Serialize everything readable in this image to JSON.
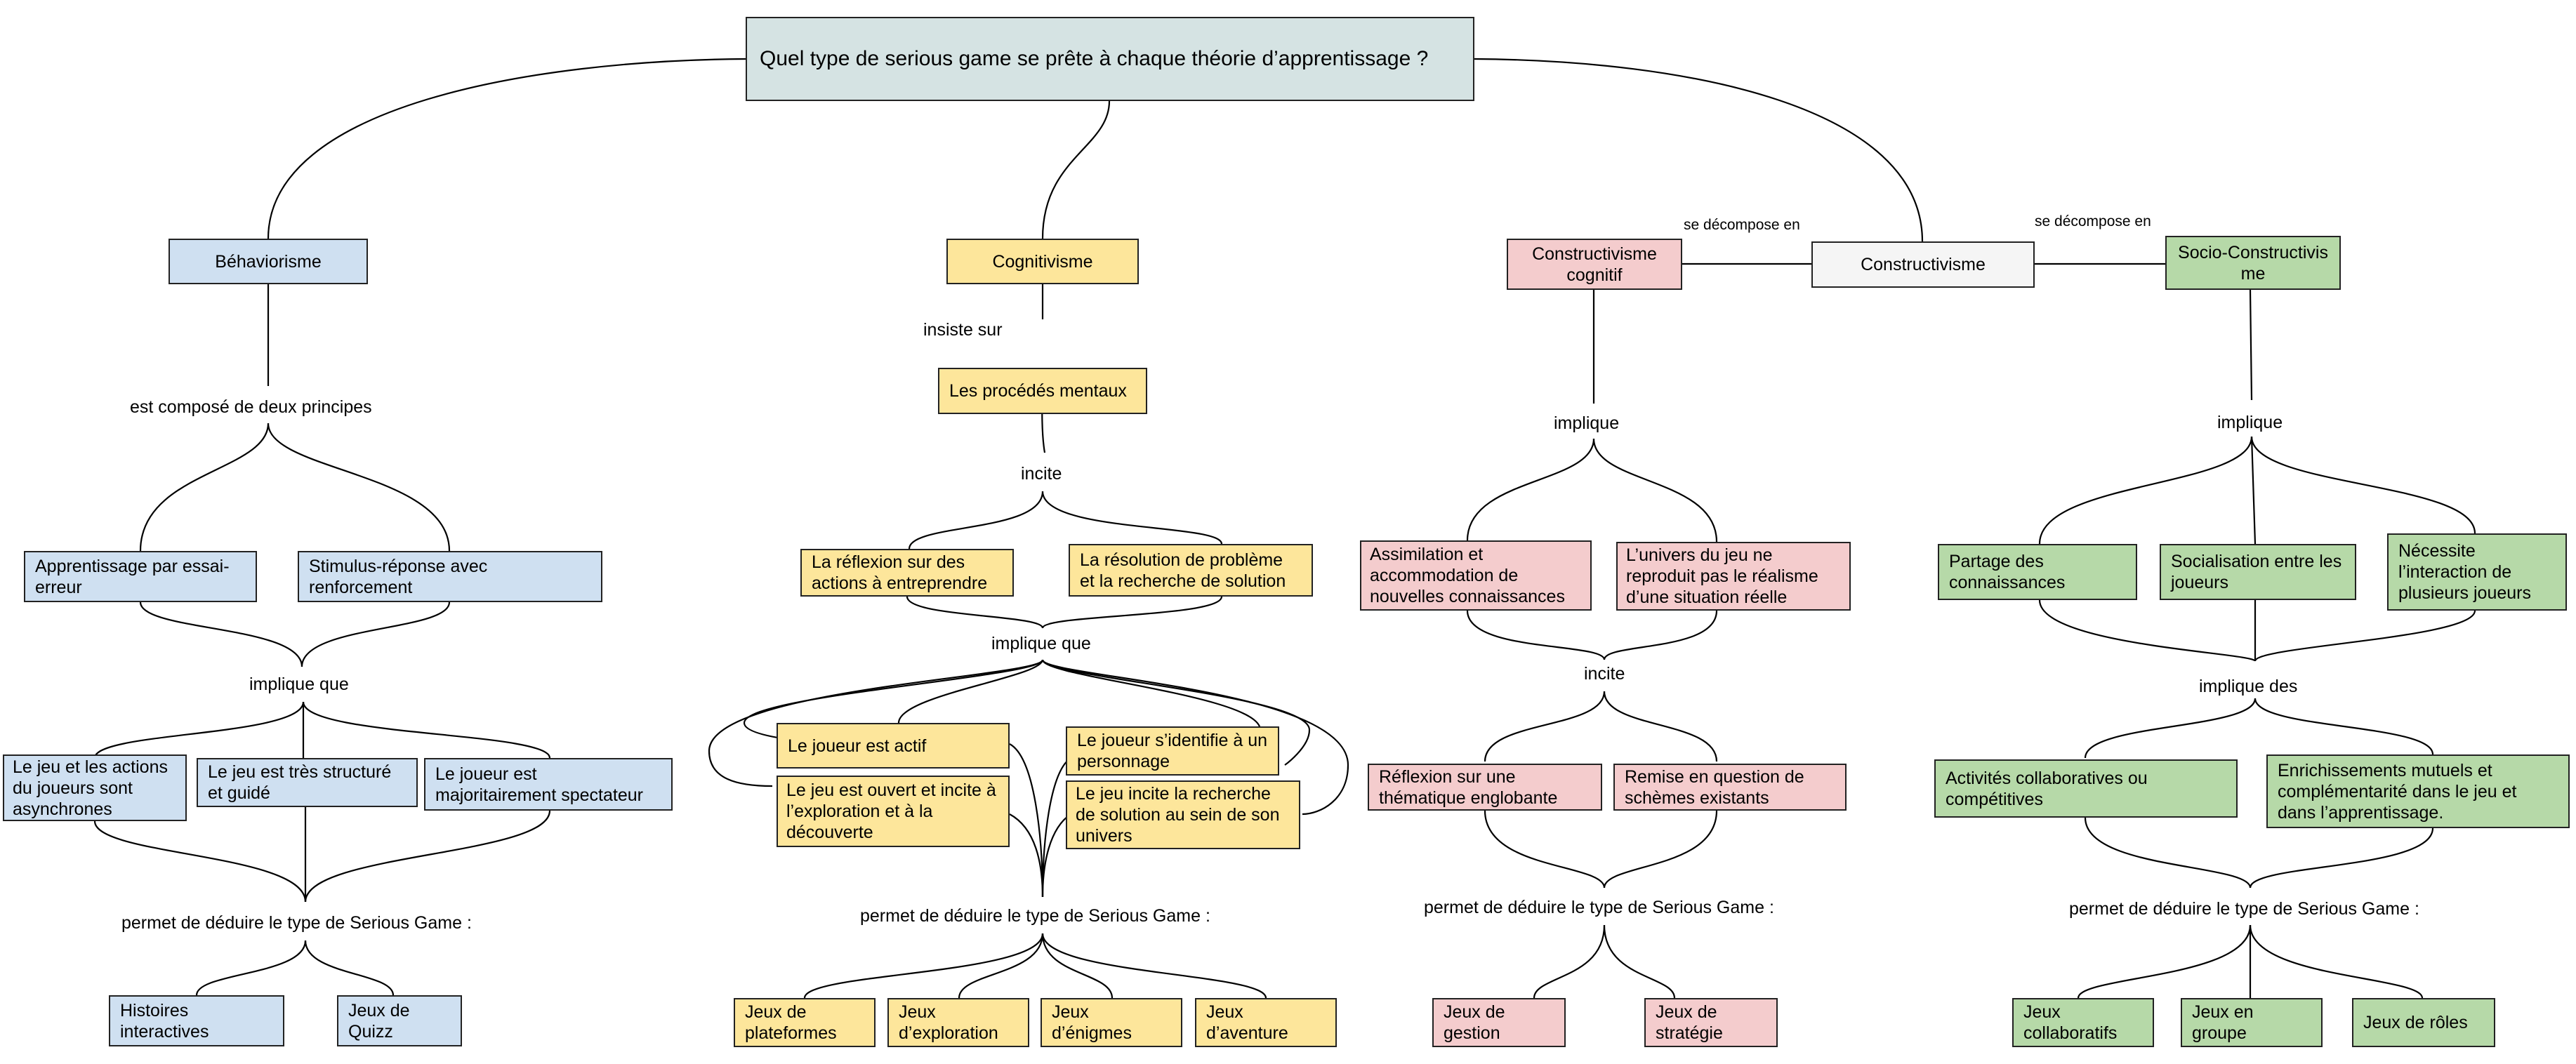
{
  "title": "Quel type de serious game se prête à chaque théorie d’apprentissage ?",
  "colors": {
    "title": "#d5e3e3",
    "behaviorisme": "#cfe0f1",
    "cognitivisme": "#fde69b",
    "constructivisme_cognitif": "#f4cccd",
    "socio_constructivisme": "#b6d9a8",
    "constructivisme": "#f5f5f5"
  },
  "behaviorisme": {
    "name": "Béhaviorisme",
    "link1": "est composé de deux principes",
    "principles": [
      "Apprentissage par essai-erreur",
      "Stimulus-réponse avec renforcement"
    ],
    "link2": "implique que",
    "implications": [
      "Le jeu et les actions du joueurs sont asynchrones",
      "Le jeu est très structuré et guidé",
      "Le joueur est majoritairement spectateur"
    ],
    "link3": "permet de déduire le type de Serious Game :",
    "games": [
      "Histoires interactives",
      "Jeux de Quizz"
    ]
  },
  "cognitivisme": {
    "name": "Cognitivisme",
    "link1": "insiste sur",
    "focus": "Les procédés mentaux",
    "link2": "incite",
    "incites": [
      "La réflexion sur des actions à entreprendre",
      "La résolution de problème et la recherche de solution"
    ],
    "link3": "implique que",
    "implications": [
      "Le joueur est actif",
      "Le joueur s’identifie à un personnage",
      "Le jeu est ouvert et incite à l’exploration et à la découverte",
      "Le jeu incite la recherche de solution au sein de son univers"
    ],
    "link4": "permet de déduire le type de Serious Game :",
    "games": [
      "Jeux de plateformes",
      "Jeux d’exploration",
      "Jeux d’énigmes",
      "Jeux d’aventure"
    ]
  },
  "constructivisme": {
    "name": "Constructivisme",
    "link_left": "se décompose en",
    "link_right": "se décompose en"
  },
  "constructivisme_cognitif": {
    "name": "Constructivisme cognitif",
    "link1": "implique",
    "implications": [
      "Assimilation et accommodation de nouvelles connaissances",
      "L’univers du jeu ne reproduit pas le réalisme d’une situation réelle"
    ],
    "link2": "incite",
    "incites": [
      "Réflexion sur une thématique englobante",
      "Remise en question de schèmes existants"
    ],
    "link3": "permet de déduire le type de Serious Game :",
    "games": [
      "Jeux de gestion",
      "Jeux de stratégie"
    ]
  },
  "socio_constructivisme": {
    "name": "Socio-Constructivisme",
    "link1": "implique",
    "implications": [
      "Partage des connaissances",
      "Socialisation entre les joueurs",
      "Nécessite l’interaction de plusieurs joueurs"
    ],
    "link2": "implique des",
    "effects": [
      "Activités collaboratives ou compétitives",
      "Enrichissements mutuels et complémentarité dans le jeu et dans l’apprentissage."
    ],
    "link3": "permet de déduire le type de Serious Game :",
    "games": [
      "Jeux collaboratifs",
      "Jeux en groupe",
      "Jeux de rôles"
    ]
  }
}
